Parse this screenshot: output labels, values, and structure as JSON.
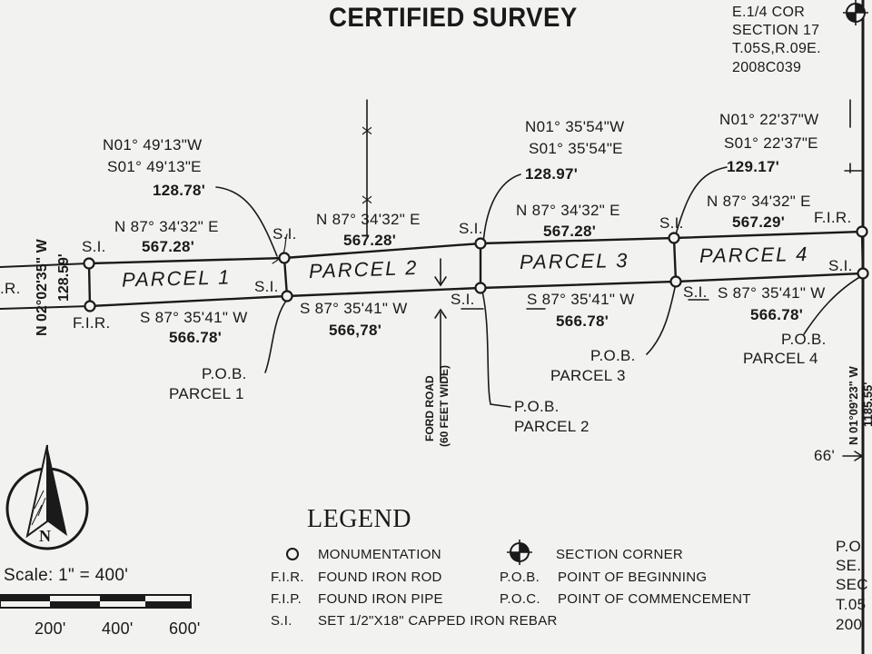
{
  "title": "CERTIFIED SURVEY",
  "corner_ref": [
    "E.1/4 COR",
    "SECTION 17",
    "T.05S,R.09E.",
    "2008C039"
  ],
  "bearings": {
    "west_line": "N 02°02'35\" W",
    "west_len": "128.59'",
    "p12_side_a": "N01° 49'13\"W",
    "p12_side_b": "S01° 49'13\"E",
    "p12_side_len": "128.78'",
    "p23_side_a": "N01° 35'54\"W",
    "p23_side_b": "S01° 35'54\"E",
    "p23_side_len": "128.97'",
    "p34_side_a": "N01° 22'37\"W",
    "p34_side_b": "S01° 22'37\"E",
    "p34_side_len": "129.17'",
    "north": "N 87° 34'32\" E",
    "p1_north_len": "567.28'",
    "p2_north_len": "567.28'",
    "p3_north_len": "567.28'",
    "p4_north_len": "567.29'",
    "south": "S 87° 35'41\" W",
    "p1_south_len": "566.78'",
    "p2_south_len": "566,78'",
    "p3_south_len": "566.78'",
    "p4_south_len": "566.78'",
    "east_line": "N 01°09'23\" W",
    "east_len": "1185.55'",
    "dist_66": "66'"
  },
  "parcels": [
    "PARCEL 1",
    "PARCEL 2",
    "PARCEL 3",
    "PARCEL 4"
  ],
  "markers": {
    "si": "S.I.",
    "fir": "F.I.R.",
    "ir": ".R.",
    "x": "X"
  },
  "pob": {
    "label": "P.O.B.",
    "p1": "PARCEL 1",
    "p2": "PARCEL 2",
    "p3": "PARCEL 3",
    "p4": "PARCEL 4"
  },
  "road": [
    "FORD ROAD",
    "(60 FEET WIDE)"
  ],
  "pob_bottom_right": [
    "P.O.",
    "SE.",
    "SEC",
    "T.05",
    "200"
  ],
  "north_arrow": "N",
  "scale": {
    "label": "Scale:  1\"  =  400'",
    "ticks": [
      "200'",
      "400'",
      "600'"
    ]
  },
  "legend": {
    "title": "LEGEND",
    "items": [
      {
        "symbol": "O",
        "text": "MONUMENTATION"
      },
      {
        "symbol": "F.I.R.",
        "text": "FOUND IRON ROD"
      },
      {
        "symbol": "F.I.P.",
        "text": "FOUND IRON PIPE"
      },
      {
        "symbol": "S.I.",
        "text": "SET 1/2\"X18\" CAPPED IRON REBAR"
      },
      {
        "symbol": "section-corner-icon",
        "text": "SECTION CORNER"
      },
      {
        "symbol": "P.O.B.",
        "text": "POINT OF BEGINNING"
      },
      {
        "symbol": "P.O.C.",
        "text": "POINT OF COMMENCEMENT"
      }
    ]
  }
}
